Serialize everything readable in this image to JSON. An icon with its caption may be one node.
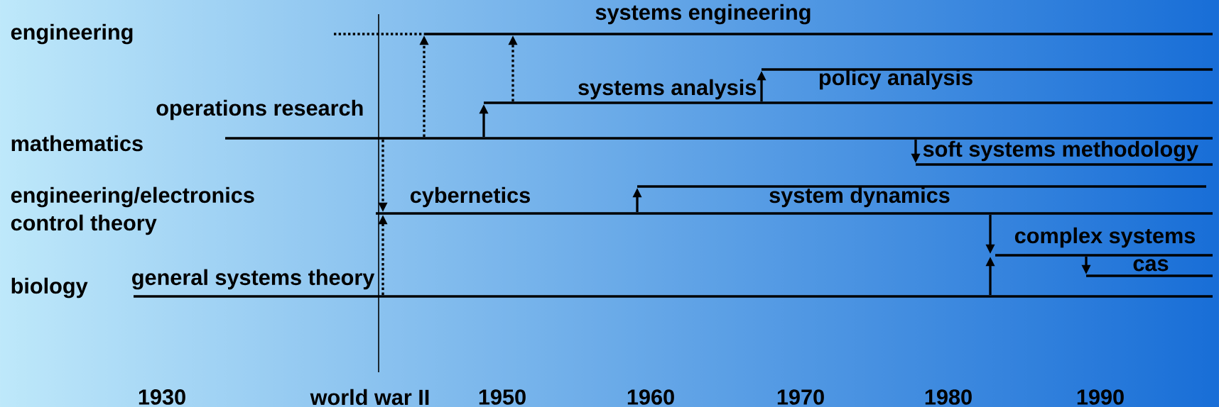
{
  "diagram": {
    "nodes": [
      {
        "text": [
          "systems engineering"
        ]
      },
      {
        "text": [
          "policy analysis"
        ]
      },
      {
        "text": [
          "systems analysis"
        ]
      },
      {
        "text": [],
        "shape": "bar"
      },
      {
        "text": [
          "soft systems methodology"
        ]
      },
      {
        "text": [
          "system dynamics"
        ]
      },
      {
        "text": [
          "cybernetics"
        ]
      },
      {
        "text": [
          "complex systems"
        ]
      },
      {
        "text": [
          "cas"
        ]
      },
      {
        "text": [
          "general systems theory"
        ]
      }
    ],
    "edges": [
      {
        "from": 3,
        "to": 0,
        "arrow": "to",
        "style": "dashed"
      },
      {
        "from": 2,
        "to": 0,
        "arrow": "to",
        "style": "dashed"
      },
      {
        "from": 3,
        "to": 2,
        "arrow": "to"
      },
      {
        "from": 2,
        "to": 1,
        "arrow": "to"
      },
      {
        "from": 3,
        "to": 4,
        "arrow": "to"
      },
      {
        "from": 3,
        "to": 6,
        "arrow": "to",
        "style": "dashed"
      },
      {
        "from": 9,
        "to": 6,
        "arrow": "to",
        "style": "dashed"
      },
      {
        "from": 6,
        "to": 5,
        "arrow": "to"
      },
      {
        "from": 6,
        "to": 7,
        "arrow": "to"
      },
      {
        "from": 9,
        "to": 7,
        "arrow": "to"
      },
      {
        "from": 7,
        "to": 8,
        "arrow": "to"
      }
    ],
    "labels": [
      "engineering",
      "operations research",
      "mathematics",
      "engineering/electronics",
      "control theory",
      "biology",
      "1930",
      "world war II",
      "1950",
      "1960",
      "1970",
      "1980",
      "1990"
    ]
  }
}
